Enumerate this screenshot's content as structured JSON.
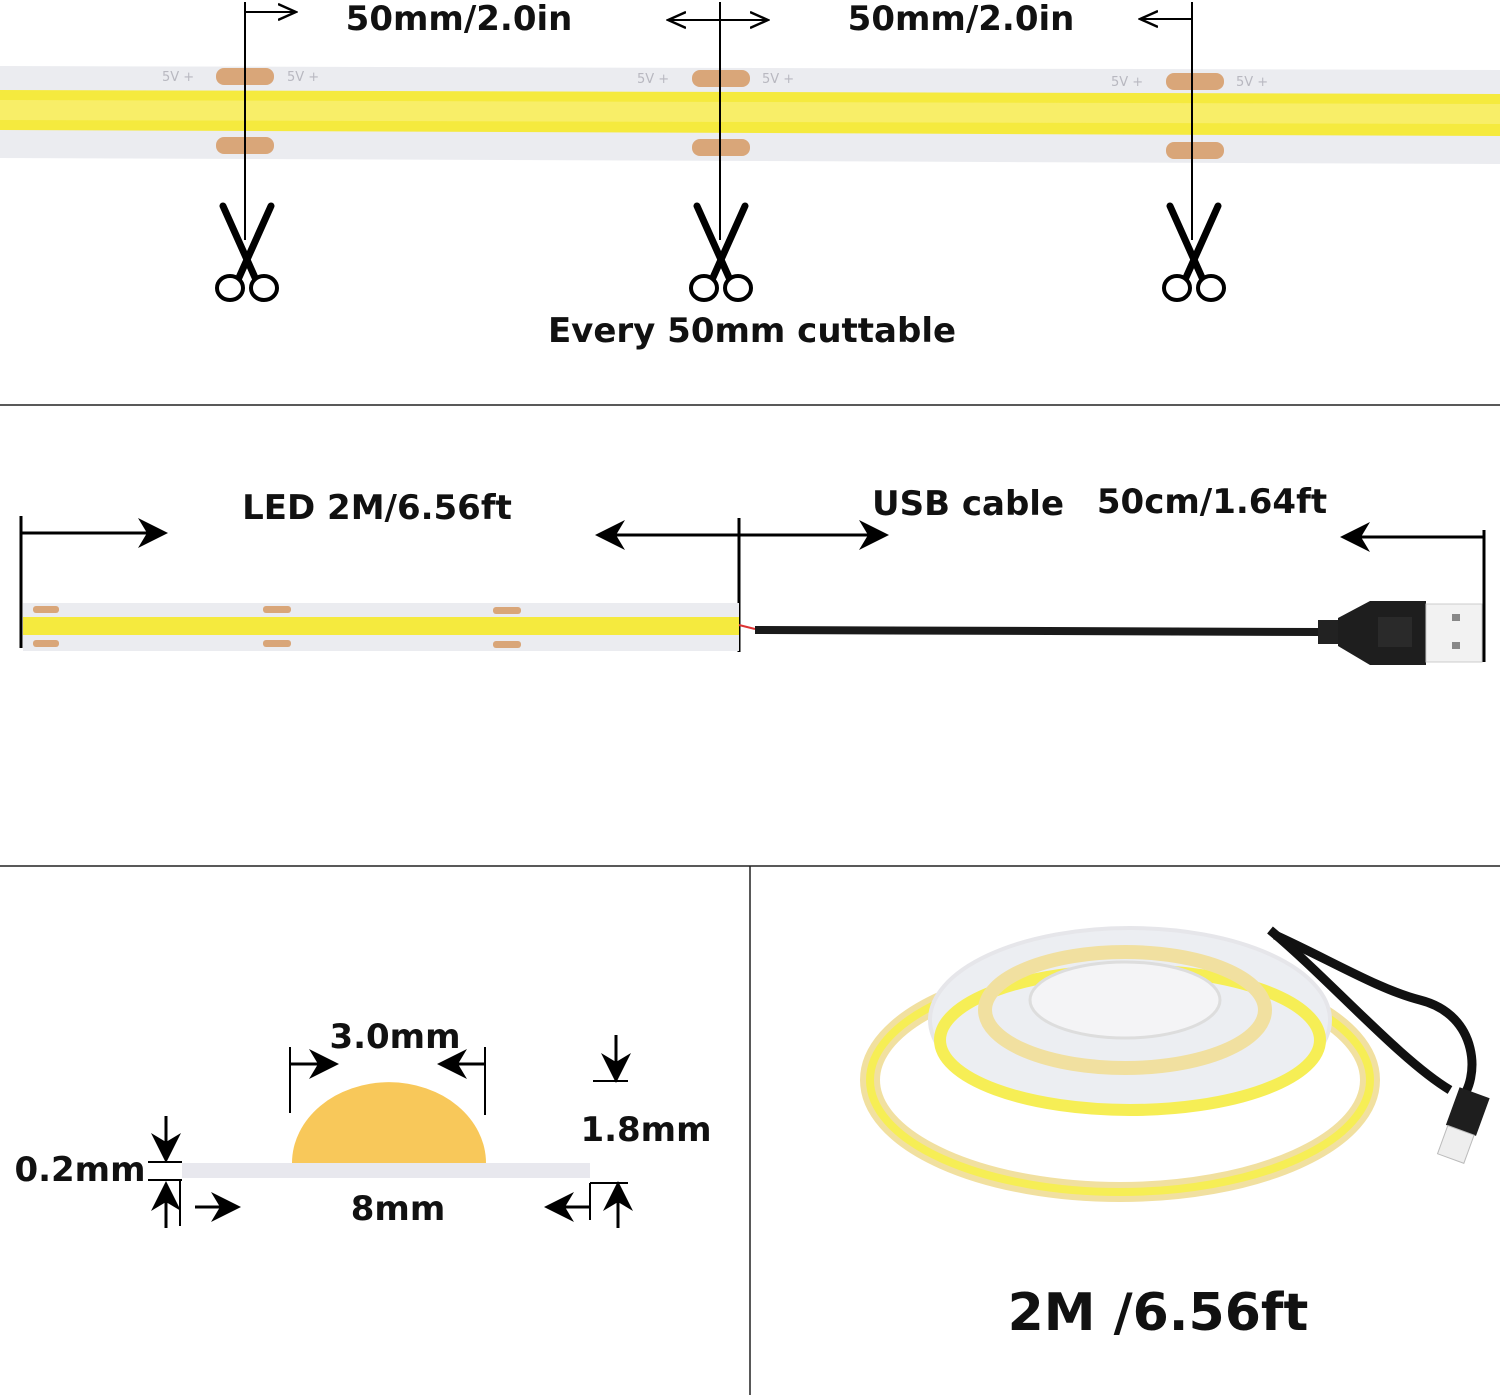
{
  "top_section": {
    "spacing_left": "50mm/2.0in",
    "spacing_right": "50mm/2.0in",
    "cut_note": "Every 50mm cuttable",
    "strip_marking_pos": "5V +",
    "strip_marking_neg": "—"
  },
  "middle_section": {
    "led_length": "LED 2M/6.56ft",
    "usb_label": "USB cable",
    "usb_length": "50cm/1.64ft"
  },
  "cross_section": {
    "led_width": "3.0mm",
    "height": "1.8mm",
    "pcb_thickness": "0.2mm",
    "strip_width": "8mm"
  },
  "reel": {
    "length": "2M /6.56ft"
  },
  "colors": {
    "led_yellow": "#f7ea4a",
    "pad_copper": "#d9a679",
    "strip_white": "#ebecf0",
    "cable_black": "#1a1a1a",
    "phosphor": "#f8c85a"
  },
  "icons": [
    "scissors-icon",
    "usb-plug-icon",
    "dimension-arrow-icon"
  ]
}
